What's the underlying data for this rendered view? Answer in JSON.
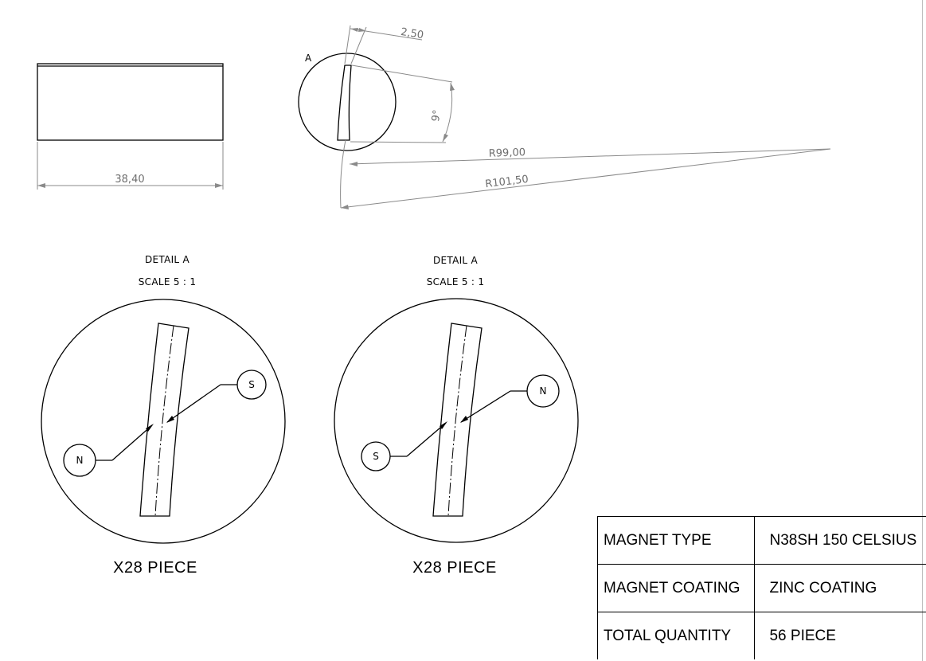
{
  "dimensions": {
    "width": "38,40",
    "thickness": "2,50",
    "angle": "9°",
    "inner_radius": "R99,00",
    "outer_radius": "R101,50"
  },
  "detail_marker": "A",
  "details": [
    {
      "title": "DETAIL A",
      "scale": "SCALE 5 : 1",
      "left_pole": "N",
      "right_pole": "S",
      "quantity_label": "X28  PIECE"
    },
    {
      "title": "DETAIL A",
      "scale": "SCALE 5 : 1",
      "left_pole": "S",
      "right_pole": "N",
      "quantity_label": "X28  PIECE"
    }
  ],
  "spec_table": {
    "rows": [
      {
        "label": "MAGNET TYPE",
        "value": "N38SH 150 CELSIUS"
      },
      {
        "label": "MAGNET COATING",
        "value": "ZINC COATING"
      },
      {
        "label": "TOTAL QUANTITY",
        "value": "56 PIECE"
      }
    ]
  }
}
